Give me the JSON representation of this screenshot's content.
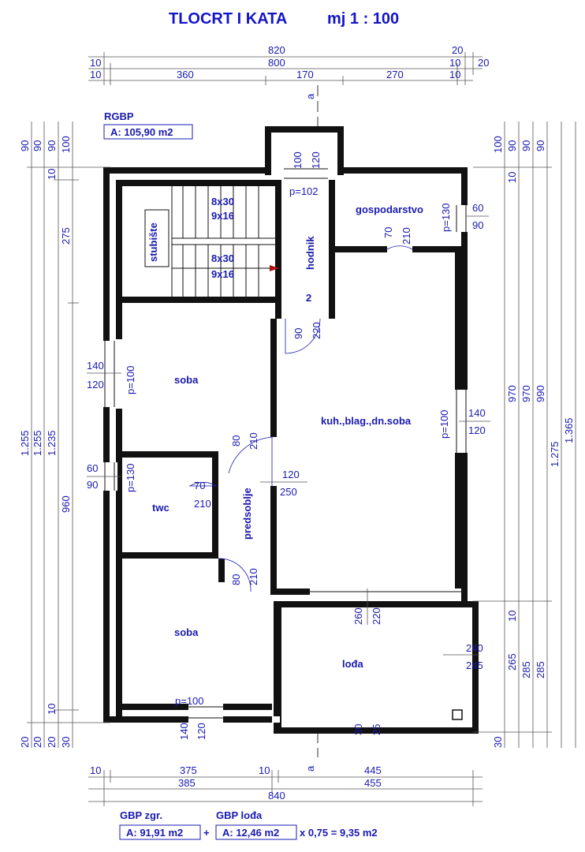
{
  "title": "TLOCRT I KATA",
  "scale": "mj 1 : 100",
  "rgbp_label": "RGBP",
  "rgbp_area": "A: 105,90 m2",
  "gbp_zgr_label": "GBP zgr.",
  "gbp_zgr_area": "A: 91,91 m2",
  "plus": "+",
  "gbp_loda_label": "GBP lođa",
  "gbp_loda_area": "A: 12,46 m2",
  "gbp_loda_calc": "x 0,75 = 9,35 m2",
  "axis_label": "a",
  "rooms": {
    "stubiste": "stubište",
    "hodnik": "hodnik",
    "gospodarstvo": "gospodarstvo",
    "soba_top": "soba",
    "kuhinja": "kuh.,blag.,dn.soba",
    "twc": "twc",
    "predsoblje": "predsoblje",
    "soba_bottom": "soba",
    "loda": "lođa"
  },
  "stairs": {
    "upper_a": "8x30",
    "upper_b": "9x16",
    "lower_a": "8x30",
    "lower_b": "9x16",
    "number": "2"
  },
  "top_dims": {
    "row1": [
      "820",
      "20"
    ],
    "row2": [
      "10",
      "800",
      "10",
      "20"
    ],
    "row3": [
      "10",
      "360",
      "170",
      "270",
      "10"
    ]
  },
  "bottom_dims": {
    "row1": [
      "10",
      "375",
      "10",
      "445"
    ],
    "row2": [
      "385",
      "455"
    ],
    "row3": [
      "840"
    ]
  },
  "left_dims": {
    "col1": [
      "90",
      "1.255",
      "20"
    ],
    "col2": [
      "90",
      "1.255",
      "20"
    ],
    "col3": [
      "90",
      "10",
      "1.235",
      "10",
      "20"
    ],
    "col4": [
      "100",
      "275",
      "960",
      "30"
    ]
  },
  "right_dims": {
    "col1": [
      "100",
      "30"
    ],
    "col2": [
      "90",
      "10",
      "970",
      "10",
      "265"
    ],
    "col3": [
      "90",
      "970",
      "285"
    ],
    "col4": [
      "90",
      "990",
      "285"
    ],
    "col5": [
      "1.275"
    ],
    "col6": [
      "1.365"
    ]
  },
  "openings": {
    "hodnik_window_a": "100",
    "hodnik_window_b": "120",
    "hodnik_p": "p=102",
    "gosp_p": "p=130",
    "gosp_w_a": "60",
    "gosp_w_b": "90",
    "gosp_door_a": "70",
    "gosp_door_b": "210",
    "hod_door_a": "90",
    "hod_door_b": "220",
    "soba_w_a": "140",
    "soba_w_b": "120",
    "soba_p": "p=100",
    "kuh_p": "p=100",
    "kuh_w_a": "140",
    "kuh_w_b": "120",
    "soba_door_a": "80",
    "soba_door_b": "210",
    "twc_w_a": "60",
    "twc_w_b": "90",
    "twc_p": "p=130",
    "twc_door_a": "70",
    "twc_door_b": "210",
    "pred_open_a": "120",
    "pred_open_b": "250",
    "soba2_door_a": "80",
    "soba2_door_b": "210",
    "loda_door_a": "260",
    "loda_door_b": "220",
    "loda_w_a": "240",
    "loda_w_b": "245",
    "soba2_p": "p=100",
    "soba2_w_a": "140",
    "soba2_w_b": "120",
    "loda_bottom_a": "30",
    "loda_bottom_b": "25"
  }
}
